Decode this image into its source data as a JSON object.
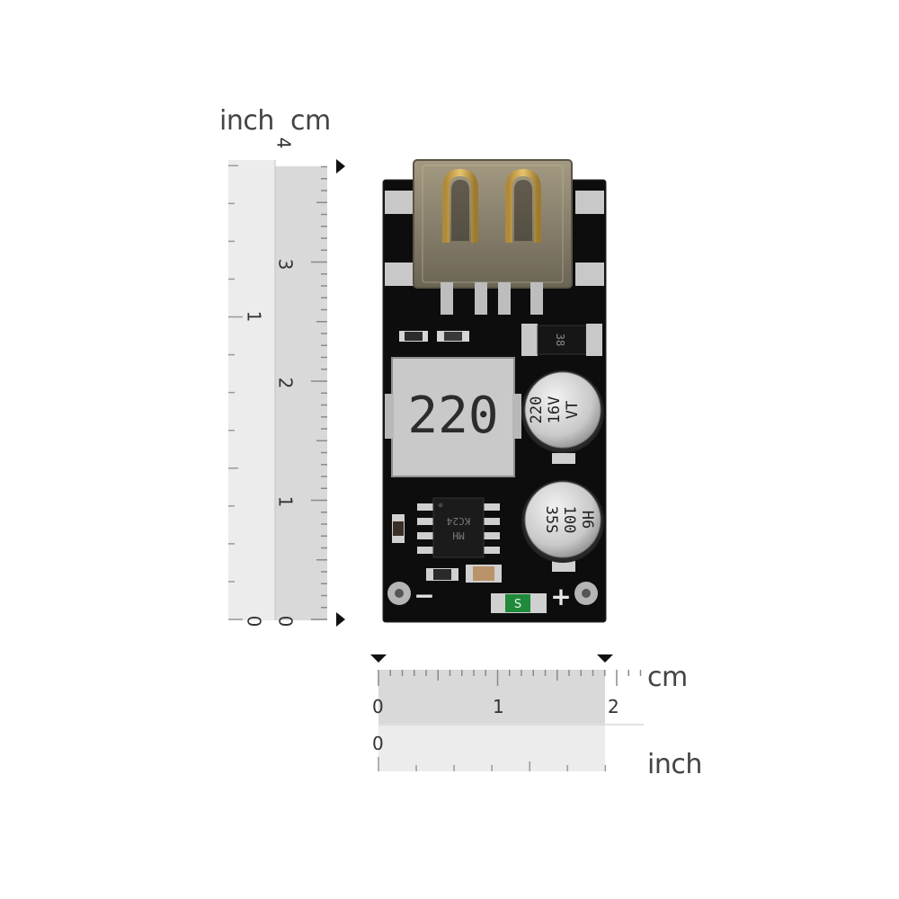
{
  "vertical_ruler": {
    "unit_left": "inch",
    "unit_right": "cm",
    "cm_labels": [
      "4",
      "3",
      "2",
      "1",
      "0"
    ],
    "inch_labels": [
      "1",
      "0"
    ]
  },
  "horizontal_ruler": {
    "unit_top": "cm",
    "unit_bottom": "inch",
    "cm_labels": [
      "0",
      "1",
      "2"
    ],
    "inch_labels": [
      "0"
    ]
  },
  "board": {
    "inductor_marking": "220",
    "cap_top_line1": "220",
    "cap_top_line2": "16V",
    "cap_top_line3": "VT",
    "cap_bottom_line1": "H6",
    "cap_bottom_line2": "100",
    "cap_bottom_line3": "35S",
    "ic_line1": "MH",
    "ic_line2": "KC24",
    "diode_marking": "38",
    "led_marking": "S",
    "minus_label": "−",
    "plus_label": "+"
  },
  "colors": {
    "pcb": "#0d0d0d",
    "ruler_inch": "#ececec",
    "ruler_cm": "#d9d9d9",
    "usb_metal": "#8a8270",
    "pad": "#cfcfcf"
  }
}
